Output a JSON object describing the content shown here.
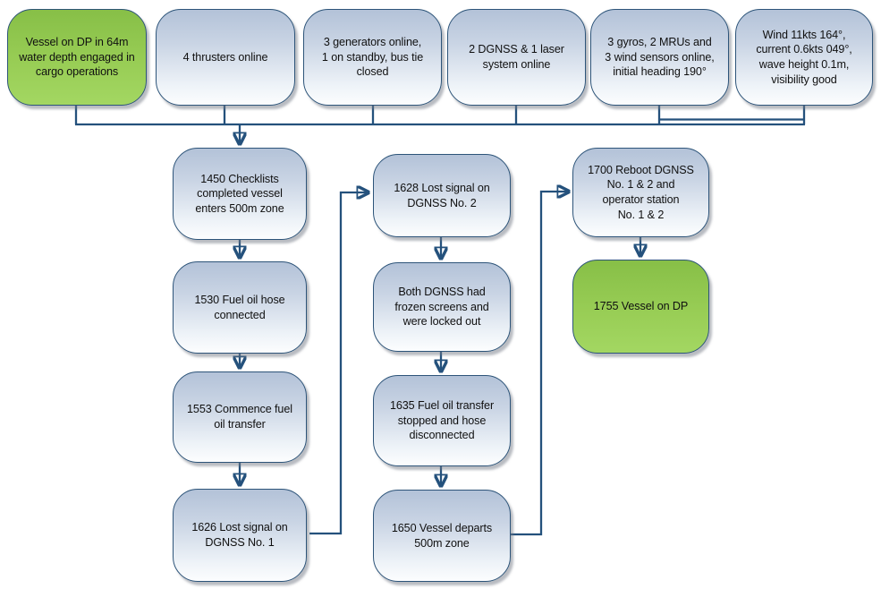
{
  "diagram": {
    "description": "DP vessel incident event flowchart",
    "colors": {
      "node_border": "#2d5479",
      "connector": "#24517c",
      "blue_fill_top": "#b3c2d8",
      "blue_fill_bottom": "#fcfdfe",
      "green_fill_top": "#87bf47",
      "green_fill_bottom": "#a3d762",
      "text": "#101010"
    },
    "initial_conditions": [
      {
        "label": "Vessel on DP in 64m\nwater depth engaged in\ncargo operations",
        "style": "green"
      },
      {
        "label": "4 thrusters online",
        "style": "blue"
      },
      {
        "label": "3 generators online,\n1 on standby, bus tie\nclosed",
        "style": "blue"
      },
      {
        "label": "2 DGNSS & 1 laser\nsystem online",
        "style": "blue"
      },
      {
        "label": "3 gyros, 2 MRUs and\n3 wind sensors online,\ninitial heading 190°",
        "style": "blue"
      },
      {
        "label": "Wind 11kts 164°,\ncurrent 0.6kts 049°,\nwave height 0.1m,\nvisibility good",
        "style": "blue"
      }
    ],
    "timeline": [
      {
        "label": "1450 Checklists\ncompleted vessel\nenters 500m zone",
        "style": "blue"
      },
      {
        "label": "1530 Fuel oil hose\nconnected",
        "style": "blue"
      },
      {
        "label": "1553 Commence fuel\noil transfer",
        "style": "blue"
      },
      {
        "label": "1626 Lost signal on\nDGNSS No. 1",
        "style": "blue"
      },
      {
        "label": "1628 Lost signal on\nDGNSS No. 2",
        "style": "blue"
      },
      {
        "label": "Both DGNSS had\nfrozen screens and\nwere locked out",
        "style": "blue"
      },
      {
        "label": "1635 Fuel oil transfer\nstopped and hose\ndisconnected",
        "style": "blue"
      },
      {
        "label": "1650 Vessel departs\n500m zone",
        "style": "blue"
      },
      {
        "label": "1700 Reboot DGNSS\nNo. 1 & 2 and\noperator station\nNo. 1 & 2",
        "style": "blue"
      },
      {
        "label": "1755 Vessel on DP",
        "style": "green"
      }
    ]
  }
}
